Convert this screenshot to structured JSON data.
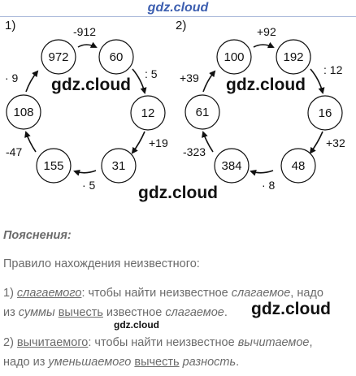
{
  "header": {
    "logo": "gdz.cloud"
  },
  "diagrams": [
    {
      "label": "1)",
      "nodes": [
        "972",
        "60",
        "12",
        "31",
        "155",
        "108"
      ],
      "ops": [
        "-912",
        ": 5",
        "+19",
        "· 5",
        "-47",
        "· 9"
      ]
    },
    {
      "label": "2)",
      "nodes": [
        "100",
        "192",
        "16",
        "48",
        "384",
        "61"
      ],
      "ops": [
        "+92",
        ": 12",
        "+32",
        "· 8",
        "-323",
        "+39"
      ]
    }
  ],
  "watermark": "gdz.cloud",
  "explanation": {
    "title": "Пояснения:",
    "rule": "Правило нахождения неизвестного:",
    "p1": {
      "num": "1) ",
      "term": "слагаемого",
      "a": ": чтобы найти неизвестное ",
      "b": "слагаемое",
      "c": ", надо",
      "d": "из ",
      "e": "суммы",
      "f": " ",
      "g": "вычесть",
      "h": " известное ",
      "i": "слагаемое",
      "j": "."
    },
    "p2": {
      "num": "2) ",
      "term": "вычитаемого",
      "a": ": чтобы найти неизвестное ",
      "b": "вычитаемое",
      "c": ",",
      "d": "надо из ",
      "e": "уменьшаемого",
      "f": " ",
      "g": "вычесть",
      "h": " ",
      "i": "разность",
      "j": "."
    }
  }
}
